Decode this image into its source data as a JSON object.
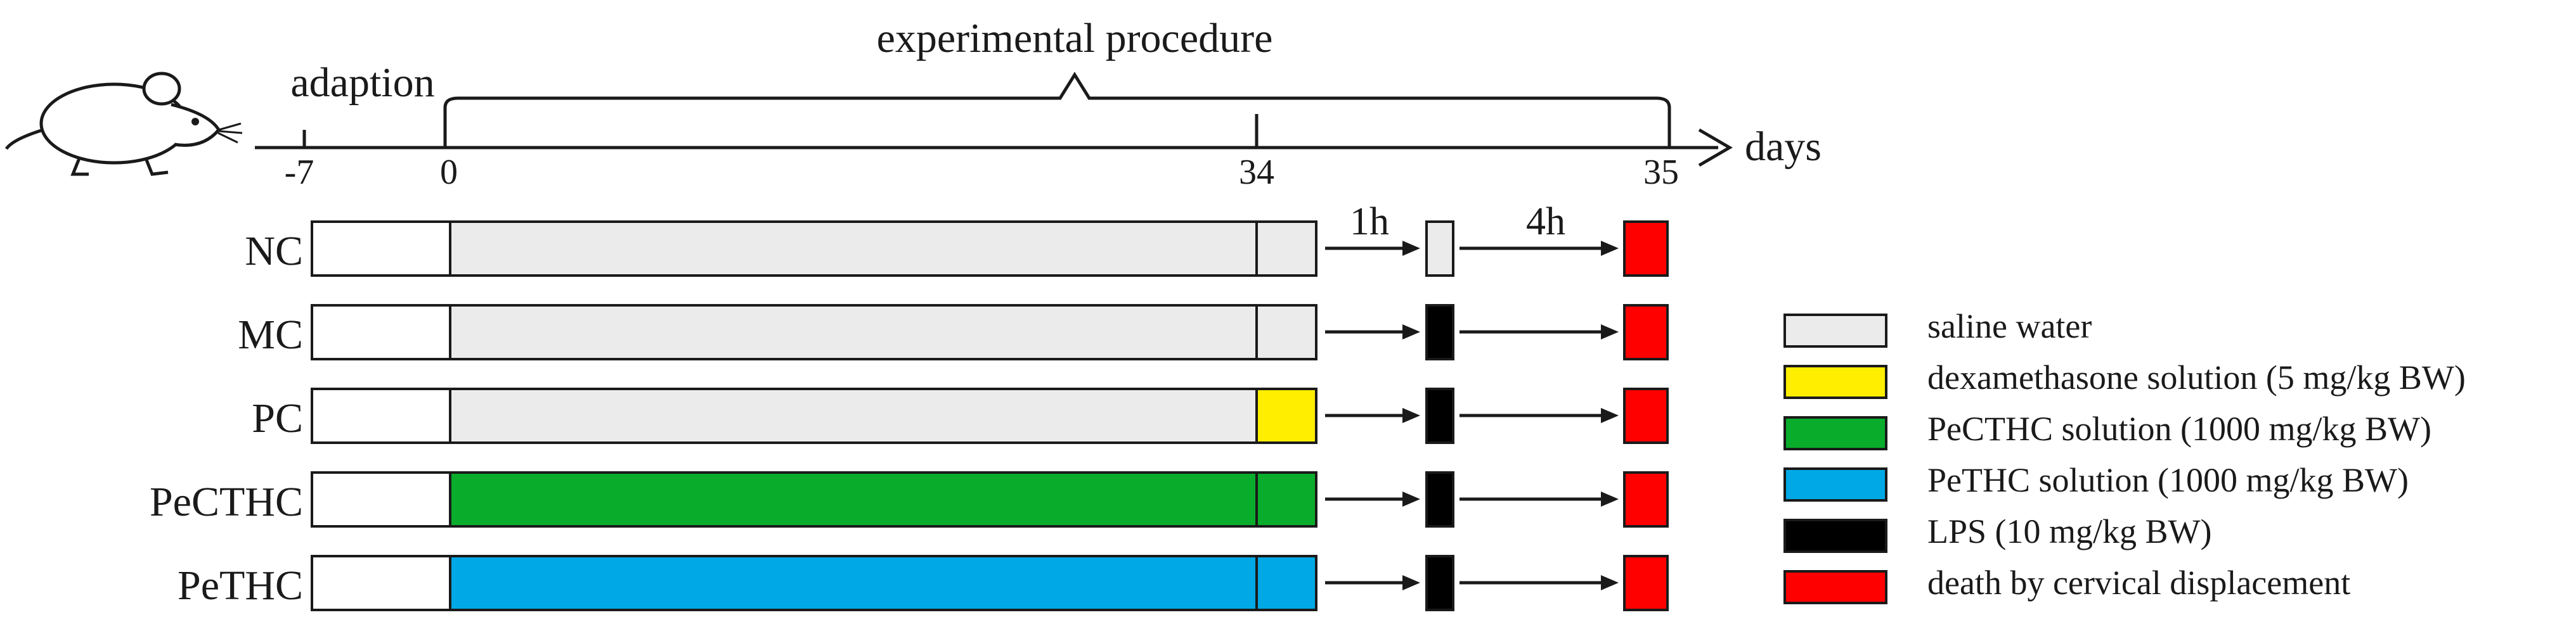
{
  "timeline": {
    "title": "experimental procedure",
    "adaption_label": "adaption",
    "axis_label": "days",
    "ticks": [
      "-7",
      "0",
      "34",
      "35"
    ]
  },
  "groups": [
    {
      "label": "NC",
      "treatment": "saline water",
      "injection": "saline water"
    },
    {
      "label": "MC",
      "treatment": "saline water",
      "injection": "LPS"
    },
    {
      "label": "PC",
      "treatment": "saline water",
      "final_day": "dexamethasone solution",
      "injection": "LPS"
    },
    {
      "label": "PeCTHC",
      "treatment": "PeCTHC solution",
      "injection": "LPS"
    },
    {
      "label": "PeTHC",
      "treatment": "PeTHC solution",
      "injection": "LPS"
    }
  ],
  "intervals": {
    "first": "1h",
    "second": "4h"
  },
  "legend": [
    {
      "label": "saline water",
      "color": "#ebebeb"
    },
    {
      "label": "dexamethasone solution (5 mg/kg BW)",
      "color": "#ffee00"
    },
    {
      "label": "PeCTHC solution (1000 mg/kg BW)",
      "color": "#09ad2b"
    },
    {
      "label": "PeTHC solution (1000 mg/kg BW)",
      "color": "#00a9e6"
    },
    {
      "label": "LPS (10 mg/kg BW)",
      "color": "#000000"
    },
    {
      "label": "death by cervical displacement",
      "color": "#ff0000"
    }
  ],
  "colors": {
    "adaption": "#ffffff",
    "saline": "#ebebeb",
    "dexamethasone": "#ffee00",
    "pecthc": "#09ad2b",
    "pethc": "#00a9e6",
    "lps": "#000000",
    "death": "#ff0000"
  },
  "icons": {
    "animal": "mouse-icon"
  }
}
